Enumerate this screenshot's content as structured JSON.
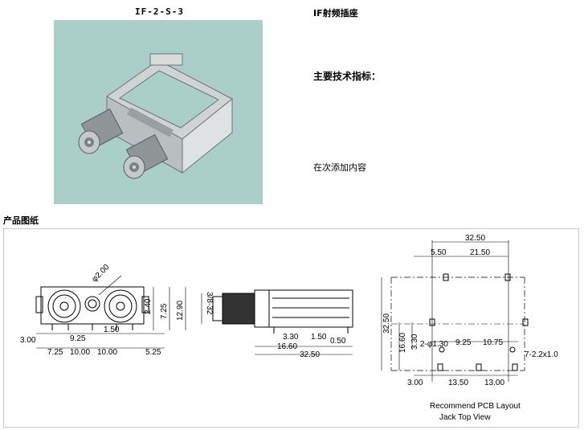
{
  "header": {
    "model": "IF-2-S-3",
    "product_title": "IF射频插座",
    "spec_heading": "主要技术指标：",
    "extra_text": "在次添加内容"
  },
  "drawing_section": {
    "title": "产品图纸",
    "front_view": {
      "dims": {
        "dia": "φ2.00",
        "h240": "2.40",
        "h725": "7.25",
        "h1290": "12.90",
        "d300": "3.00",
        "d925": "9.25",
        "d150": "1.50",
        "d725": "7.25",
        "d1000a": "10.00",
        "d1000b": "10.00",
        "d525": "5.25"
      }
    },
    "side_view": {
      "dims": {
        "thread": "3/8-32",
        "d330": "3.30",
        "d150": "1.50",
        "d1660": "16.60",
        "d050": "0.50",
        "d3250": "32.50"
      }
    },
    "pcb_layout": {
      "dims": {
        "top3250": "32.50",
        "d550": "5.50",
        "d2150": "21.50",
        "v3250": "32.50",
        "v1660": "16.60",
        "v330": "3.30",
        "holes": "2-φ1.30",
        "d925": "9.25",
        "d1075": "10.75",
        "holes2": "7-2.2x1.0",
        "d300": "3.00",
        "d1350": "13.50",
        "d1300": "13.00"
      },
      "caption1": "Recommend PCB Layout",
      "caption2": "Jack Top View"
    }
  }
}
